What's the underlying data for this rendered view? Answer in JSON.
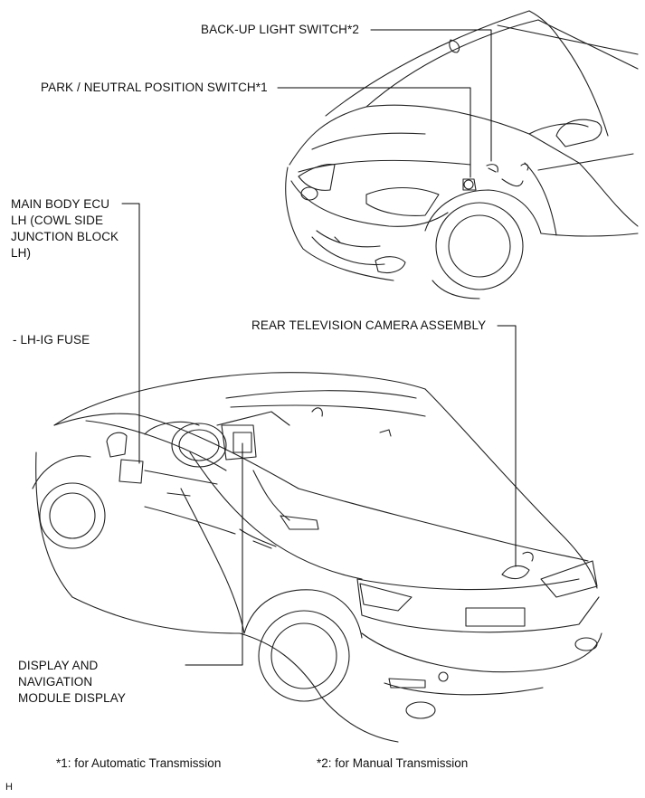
{
  "labels": {
    "backup_light_switch": "BACK-UP LIGHT SWITCH*2",
    "park_neutral_switch": "PARK / NEUTRAL POSITION SWITCH*1",
    "main_body_ecu": [
      "MAIN BODY ECU",
      "LH (COWL SIDE",
      "JUNCTION BLOCK",
      "LH)"
    ],
    "lh_ig_fuse": "- LH-IG FUSE",
    "rear_tv_camera": "REAR TELEVISION CAMERA ASSEMBLY",
    "display_nav_module": [
      "DISPLAY AND NAVIGATION",
      "MODULE DISPLAY"
    ]
  },
  "footnotes": {
    "note1": "*1: for Automatic Transmission",
    "note2": "*2: for Manual Transmission"
  },
  "corner_mark": "H"
}
